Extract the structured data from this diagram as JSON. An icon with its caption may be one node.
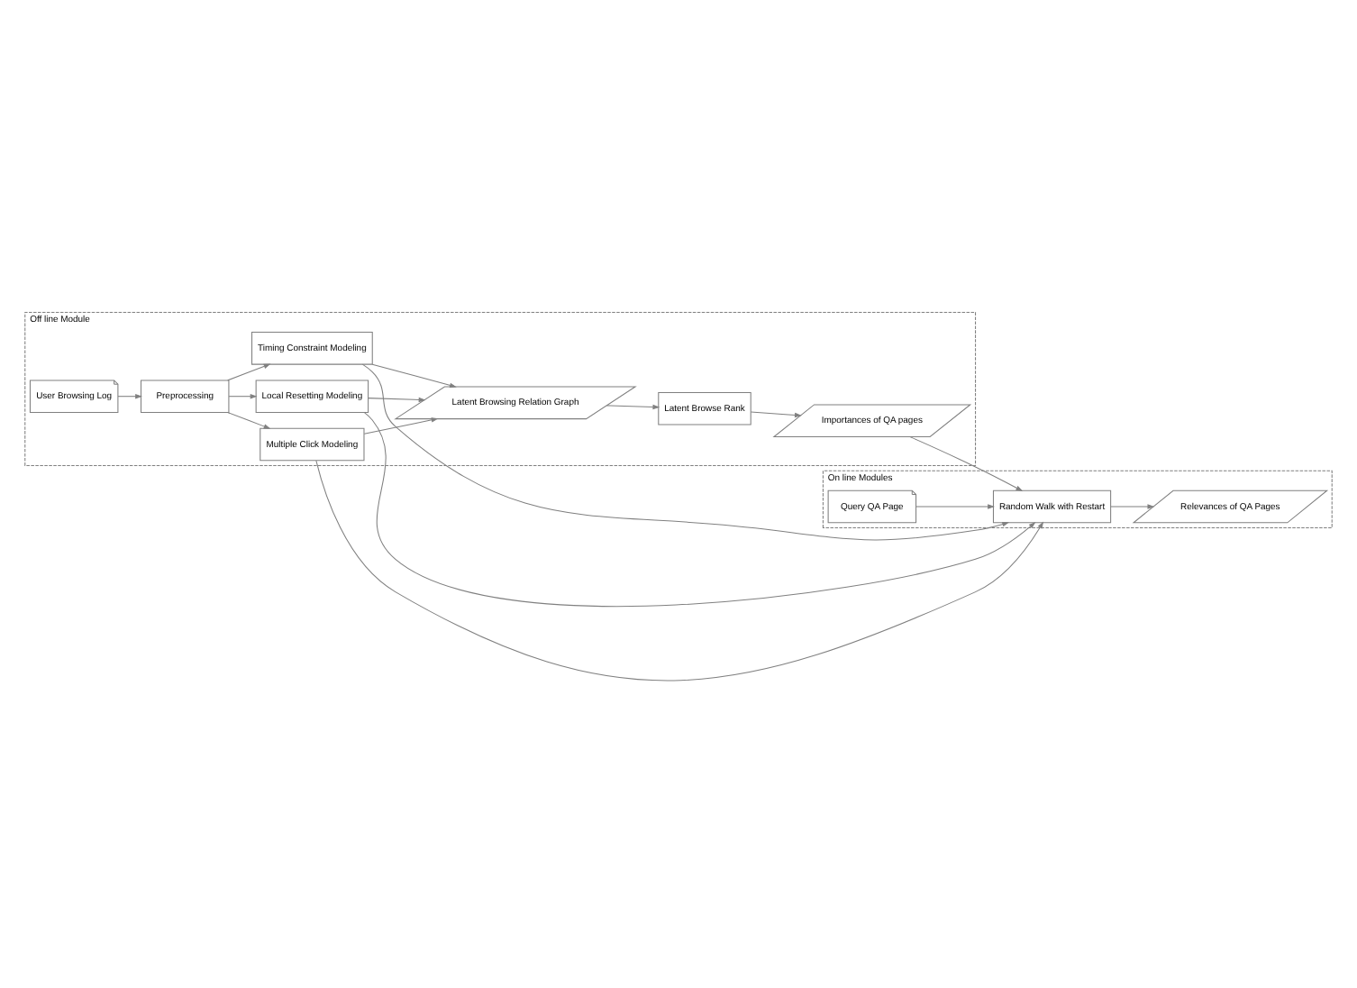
{
  "diagram": {
    "nodes": [
      {
        "text": [
          "Off line Module"
        ]
      },
      {
        "text": [
          "User Browsing Log"
        ],
        "in": 0
      },
      {
        "text": [
          "Preprocessing"
        ],
        "in": 0
      },
      {
        "text": [
          "Local Resetting Modeling"
        ],
        "in": 0
      },
      {
        "text": [
          "Multiple Click Modeling"
        ],
        "in": 0
      },
      {
        "text": [
          "Timing Constraint Modeling"
        ],
        "in": 0
      },
      {
        "text": [
          "Latent Browsing Relation Graph"
        ],
        "in": 0
      },
      {
        "text": [
          "Latent Browse Rank"
        ],
        "in": 0
      },
      {
        "text": [
          "Importances of QA pages"
        ],
        "in": 0
      },
      {
        "text": [
          "On line Modules"
        ]
      },
      {
        "text": [
          "Query QA Page"
        ],
        "in": 9
      },
      {
        "text": [
          "Random Walk with Restart"
        ],
        "in": 9
      },
      {
        "text": [
          "Relevances of QA Pages"
        ],
        "in": 9
      }
    ],
    "edges": [
      {
        "from": 1,
        "to": 2,
        "arrow": "to"
      },
      {
        "from": 2,
        "to": 3,
        "arrow": "to"
      },
      {
        "from": 2,
        "to": 4,
        "arrow": "to"
      },
      {
        "from": 2,
        "to": 5,
        "arrow": "to"
      },
      {
        "from": 3,
        "to": 6,
        "arrow": "to"
      },
      {
        "from": 4,
        "to": 6,
        "arrow": "to"
      },
      {
        "from": 5,
        "to": 6,
        "arrow": "to"
      },
      {
        "from": 6,
        "to": 7,
        "arrow": "to"
      },
      {
        "from": 7,
        "to": 8,
        "arrow": "to"
      },
      {
        "from": 3,
        "to": 11,
        "arrow": "to"
      },
      {
        "from": 4,
        "to": 11,
        "arrow": "to"
      },
      {
        "from": 5,
        "to": 11,
        "arrow": "to"
      },
      {
        "from": 8,
        "to": 11,
        "arrow": "to"
      },
      {
        "from": 10,
        "to": 11,
        "arrow": "to"
      },
      {
        "from": 11,
        "to": 12,
        "arrow": "to"
      }
    ]
  }
}
